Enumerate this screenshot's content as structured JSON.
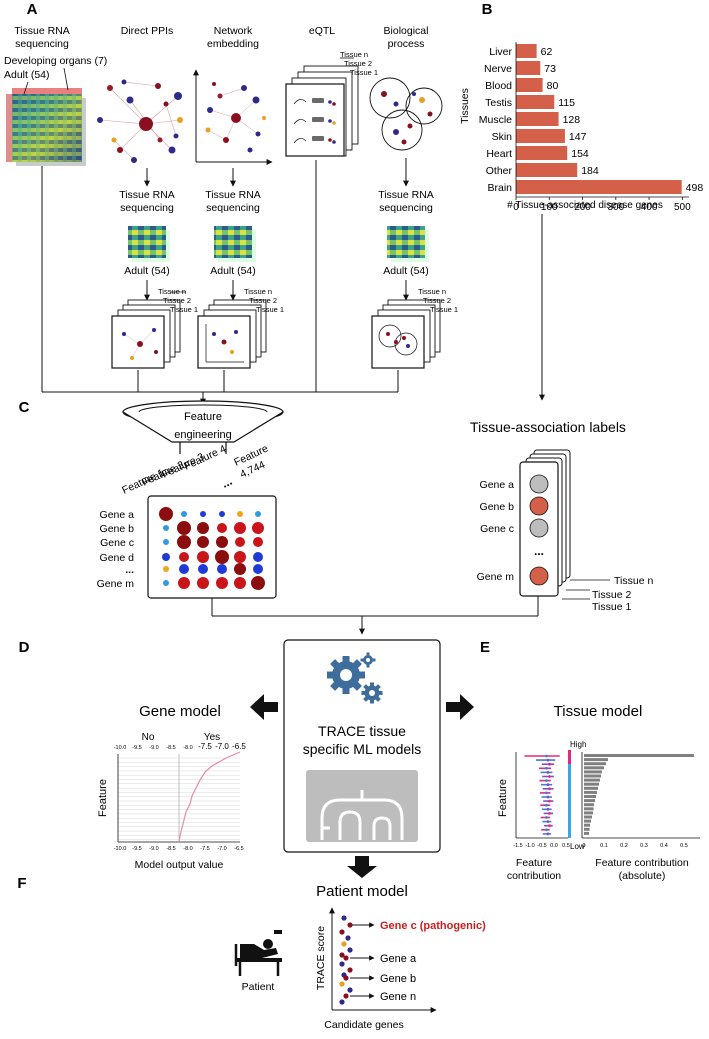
{
  "panels": {
    "a": "A",
    "b": "B",
    "c": "C",
    "d": "D",
    "e": "E",
    "f": "F"
  },
  "panel_a": {
    "col_rna_line1": "Tissue RNA",
    "col_rna_line2": "sequencing",
    "developing_organs": "Developing organs (7)",
    "adult_top": "Adult (54)",
    "col_ppi": "Direct PPIs",
    "col_net_line1": "Network",
    "col_net_line2": "embedding",
    "col_eqtl": "eQTL",
    "col_bio_line1": "Biological",
    "col_bio_line2": "process",
    "rna_line1": "Tissue RNA",
    "rna_line2": "sequencing",
    "adult": "Adult (54)",
    "tissue_n": "Tissue n",
    "tissue_2": "Tissue 2",
    "tissue_1": "Tissue 1"
  },
  "chart_data": {
    "type": "bar",
    "orientation": "horizontal",
    "ylabel": "Tissues",
    "xlabel": "# Tissue-associated disease genes",
    "categories": [
      "Liver",
      "Nerve",
      "Blood",
      "Testis",
      "Muscle",
      "Skin",
      "Heart",
      "Other",
      "Brain"
    ],
    "values": [
      62,
      73,
      80,
      115,
      128,
      147,
      154,
      184,
      498
    ],
    "x_ticks": [
      0,
      100,
      200,
      300,
      400,
      500
    ],
    "xlim": [
      0,
      520
    ],
    "bar_color": "#d4604a",
    "grid": false
  },
  "panel_c": {
    "funnel_line1": "Feature",
    "funnel_line2": "engineering",
    "features": [
      "Feature 1",
      "Feature 2",
      "Feature 3",
      "Feature 4"
    ],
    "feature_dots": "...",
    "feature_last_line1": "Feature",
    "feature_last_line2": "4,744",
    "genes": [
      "Gene a",
      "Gene b",
      "Gene c",
      "Gene d",
      "...",
      "Gene m"
    ],
    "labels_title": "Tissue-association labels",
    "label_genes": [
      "Gene a",
      "Gene b",
      "Gene c",
      "...",
      "Gene m"
    ],
    "tissue_n": "Tissue n",
    "tissue_2": "Tissue 2",
    "tissue_1": "Tissue 1",
    "dot_colors": {
      "dark_red": "#8b0d0d",
      "red": "#c9141a",
      "blue": "#1e3bd6",
      "light_blue": "#2f9be6",
      "orange": "#f2a515"
    }
  },
  "panel_d": {
    "title": "Gene model",
    "no": "No",
    "yes": "Yes",
    "top_ticks": [
      "-10.0",
      "-9.5",
      "-9.0",
      "-8.5",
      "-8.0",
      "-7.5",
      "-7.0",
      "-6.5"
    ],
    "bottom_ticks": [
      "-10.0",
      "-9.5",
      "-9.0",
      "-8.5",
      "-8.0",
      "-7.5",
      "-7.0",
      "-6.5"
    ],
    "yes_ticks": [
      "-7.5",
      "-7.0",
      "-6.5"
    ],
    "ylabel": "Feature",
    "xlabel": "Model output value"
  },
  "center": {
    "title_line1": "TRACE tissue",
    "title_line2": "specific ML models",
    "gear_color": "#3e6d9c"
  },
  "panel_e": {
    "title": "Tissue model",
    "high": "High",
    "low": "Low",
    "ylabel": "Feature",
    "left_ticks": [
      "-1.5",
      "-1.0",
      "-0.5",
      "0.0",
      "0.5"
    ],
    "right_ticks": [
      "0",
      "0.1",
      "0.2",
      "0.3",
      "0.4",
      "0.5"
    ],
    "xlabel_left_line1": "Feature",
    "xlabel_left_line2": "contribution",
    "xlabel_right_line1": "Feature contribution",
    "xlabel_right_line2": "(absolute)",
    "bar_color": "#808080"
  },
  "panel_f": {
    "title": "Patient model",
    "ylabel": "TRACE score",
    "xlabel": "Candidate genes",
    "patient": "Patient",
    "gene_pathogenic": "Gene c (pathogenic)",
    "gene_a": "Gene a",
    "gene_b": "Gene b",
    "gene_n": "Gene n",
    "pathogenic_color": "#cc1f1f"
  }
}
